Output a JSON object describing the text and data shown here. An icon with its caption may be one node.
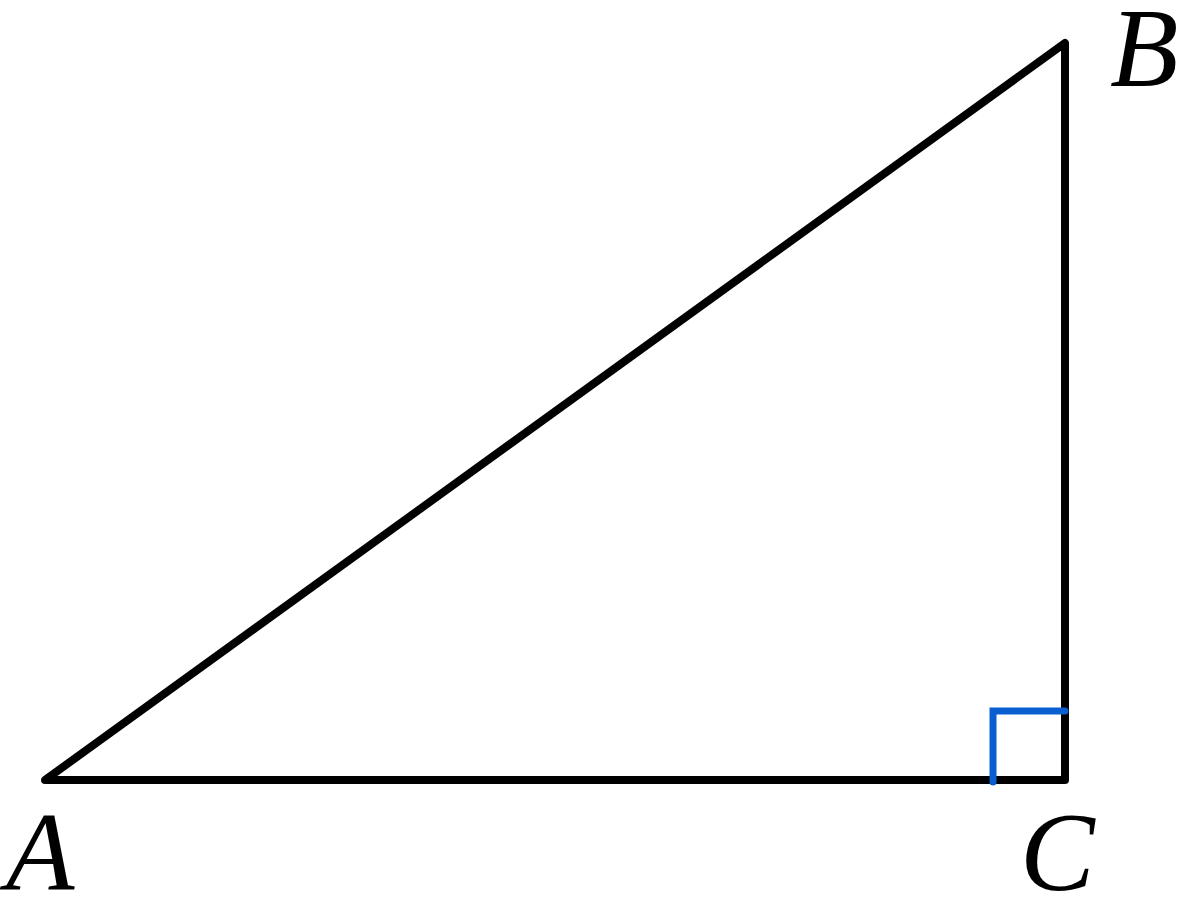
{
  "diagram": {
    "labels": [
      "B",
      "A",
      "C"
    ]
  }
}
